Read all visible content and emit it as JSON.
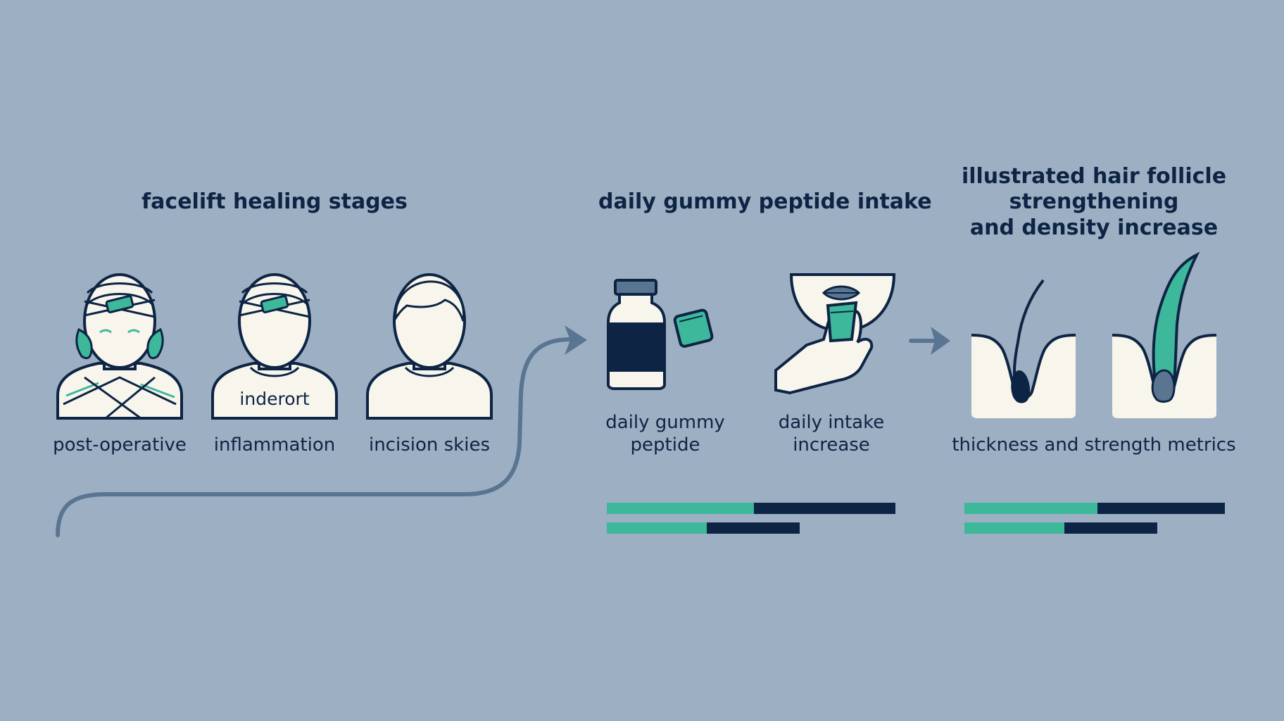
{
  "sections": {
    "healing": {
      "title": "facelift healing stages",
      "stages": [
        {
          "label": "post-operative",
          "icon": "bandaged-face-icon"
        },
        {
          "label": "inflammation",
          "icon": "head-wrap-icon",
          "overlay": "inderort"
        },
        {
          "label": "incision skies",
          "icon": "healed-face-icon"
        }
      ]
    },
    "intake": {
      "title": "daily gummy peptide intake",
      "items": [
        {
          "label_line1": "daily gummy",
          "label_line2": "peptide",
          "icon": "peptide-bottle-icon"
        },
        {
          "label_line1": "daily intake",
          "label_line2": "increase",
          "icon": "hand-gummy-mouth-icon"
        }
      ],
      "bars": [
        {
          "fill": 0.51
        },
        {
          "fill": 0.52
        }
      ]
    },
    "hair": {
      "title_line1": "illustrated hair follicle",
      "title_line2": "strengthening",
      "title_line3": "and density increase",
      "label": "thickness and strength metrics",
      "icons": [
        "thin-hair-follicle-icon",
        "strong-hair-follicle-icon"
      ],
      "bars": [
        {
          "fill": 0.51
        },
        {
          "fill": 0.52
        }
      ]
    }
  },
  "colors": {
    "background": "#9dafc2",
    "navy": "#0d2444",
    "teal": "#3db89a",
    "cream": "#f7f5ec",
    "arrow": "#5a7592"
  }
}
